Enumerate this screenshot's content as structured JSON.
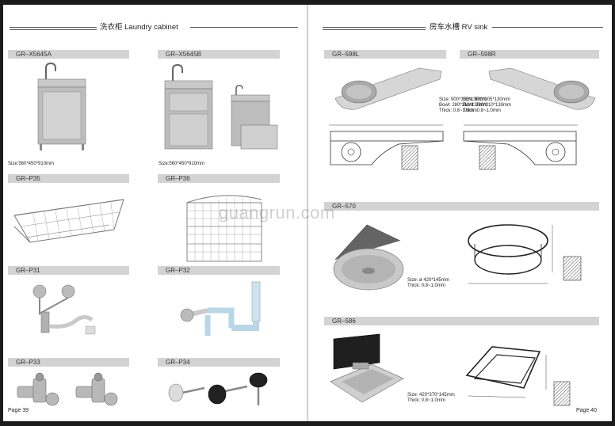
{
  "left_page": {
    "title": "洗衣柜 Laundry cabinet",
    "page_number": "Page 39",
    "products": [
      {
        "code": "GR–X5645A",
        "size": "Size:560*450*910mm"
      },
      {
        "code": "GR–X5645B",
        "size": "Size:560*450*910mm"
      },
      {
        "code": "GR–P35"
      },
      {
        "code": "GR–P36"
      },
      {
        "code": "GR–P31"
      },
      {
        "code": "GR–P32"
      },
      {
        "code": "GR–P33"
      },
      {
        "code": "GR–P34"
      }
    ]
  },
  "right_page": {
    "title": "房车水槽 RV sink",
    "page_number": "Page 40",
    "products": [
      {
        "code": "GR–598L",
        "specs": [
          "Size: 900*305*130mm",
          "Bowl: 280*210*130mm",
          "Thick: 0.8~1.0mm"
        ]
      },
      {
        "code": "GR–598R",
        "specs": [
          "Size: 900*305*130mm",
          "Bowl: 280*210*130mm",
          "Thick: 0.8~1.0mm"
        ]
      },
      {
        "code": "GR–570",
        "specs": [
          "Size: ø 420*145mm",
          "Thick: 0.8~1.0mm"
        ]
      },
      {
        "code": "GR–586",
        "specs": [
          "Size: 420*370*145mm",
          "Thick: 0.8~1.0mm"
        ]
      }
    ]
  },
  "watermark": "guangrun.com"
}
